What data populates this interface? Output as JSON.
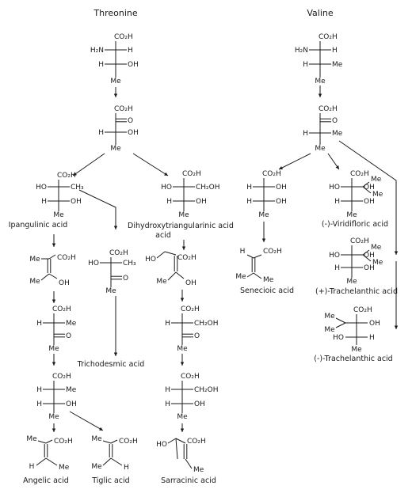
{
  "headers": {
    "left": "Threonine",
    "right": "Valine"
  },
  "compounds": {
    "ipangulinic": "Ipangulinic acid",
    "dihydroxy": "Dihydroxytriangularinic acid",
    "trichodesmic": "Trichodesmic acid",
    "senecioic": "Senecioic acid",
    "viridifloric": "(-)-Viridifloric acid",
    "trachelanthic_plus": "(+)-Trachelanthic acid",
    "trachelanthic_minus": "(-)-Trachelanthic acid",
    "angelic": "Angelic acid",
    "tiglic": "Tiglic acid",
    "sarracinic": "Sarracinic acid"
  },
  "atoms": {
    "co2h": "CO₂H",
    "h2n": "H₂N",
    "h": "H",
    "oh": "OH",
    "me": "Me",
    "ho": "HO",
    "o": "O",
    "ch3": "CH₃",
    "ch2oh": "CH₂OH"
  }
}
